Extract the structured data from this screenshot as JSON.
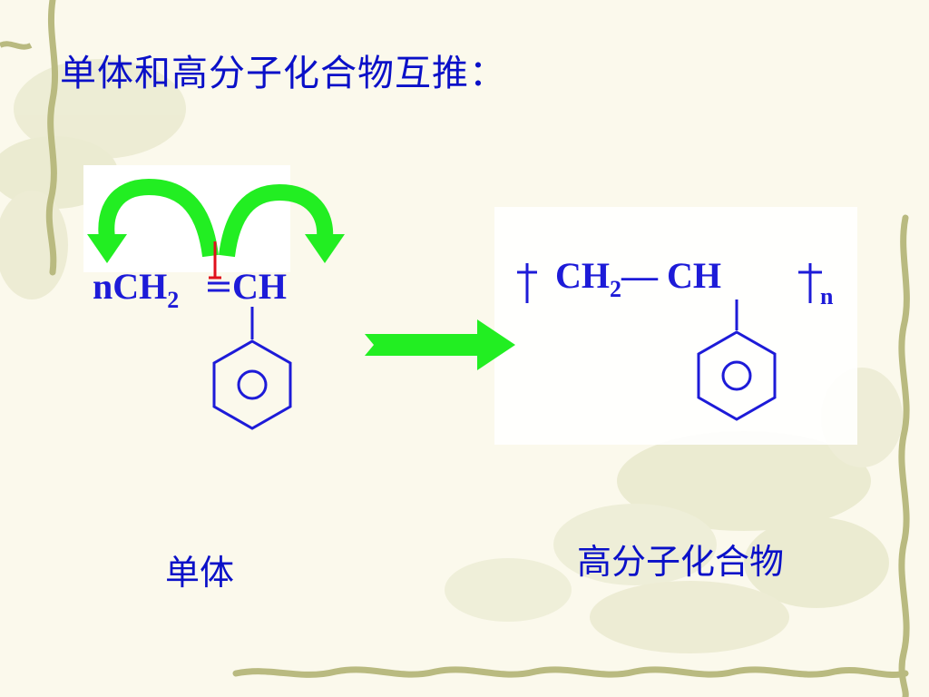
{
  "title": "单体和高分子化合物互推：",
  "monomer": {
    "formula_prefix": "nCH",
    "formula_sub": "2",
    "formula_suffix": "CH",
    "label": "单体"
  },
  "polymer": {
    "formula_left": "CH",
    "formula_sub": "2",
    "formula_mid": "— CH",
    "repeat_subscript": "n",
    "label": "高分子化合物"
  },
  "colors": {
    "formula": "#1d1bd8",
    "arrow": "#22ee22",
    "bond_break": "#e0101c",
    "title": "#0a10c8",
    "background": "#fbf9ec"
  },
  "icons": [
    "curved-arrow-left-icon",
    "curved-arrow-right-icon",
    "reaction-arrow-icon",
    "benzene-ring-icon"
  ]
}
